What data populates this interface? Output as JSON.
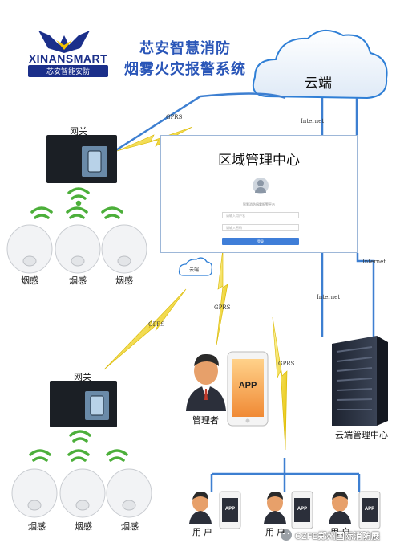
{
  "brand": {
    "name": "XINANSMART",
    "tagline": "芯安智能安防"
  },
  "title": {
    "line1": "芯安智慧消防",
    "line2": "烟雾火灾报警系统"
  },
  "cloud": {
    "label": "云端"
  },
  "gateways": [
    {
      "label": "网关"
    },
    {
      "label": "网关"
    }
  ],
  "smoke_sensor_label": "烟感",
  "center": {
    "title": "区域管理中心",
    "login_hint": "智慧消防烟雾报警平台",
    "username_placeholder": "请输入用户名",
    "password_placeholder": "请输入密码",
    "login_button": "登录"
  },
  "small_cloud_label": "云端",
  "links": {
    "gprs": "GPRS",
    "internet": "Internet"
  },
  "manager_label": "管理者",
  "app_label": "APP",
  "server_label": "云端管理中心",
  "user_label": "用 户",
  "watermark": "CZFE郑州国际消防展",
  "colors": {
    "title_blue": "#2a56b8",
    "line_blue": "#3d7fd1",
    "bolt_yellow": "#f2d100",
    "wifi_green": "#4caf3a"
  }
}
